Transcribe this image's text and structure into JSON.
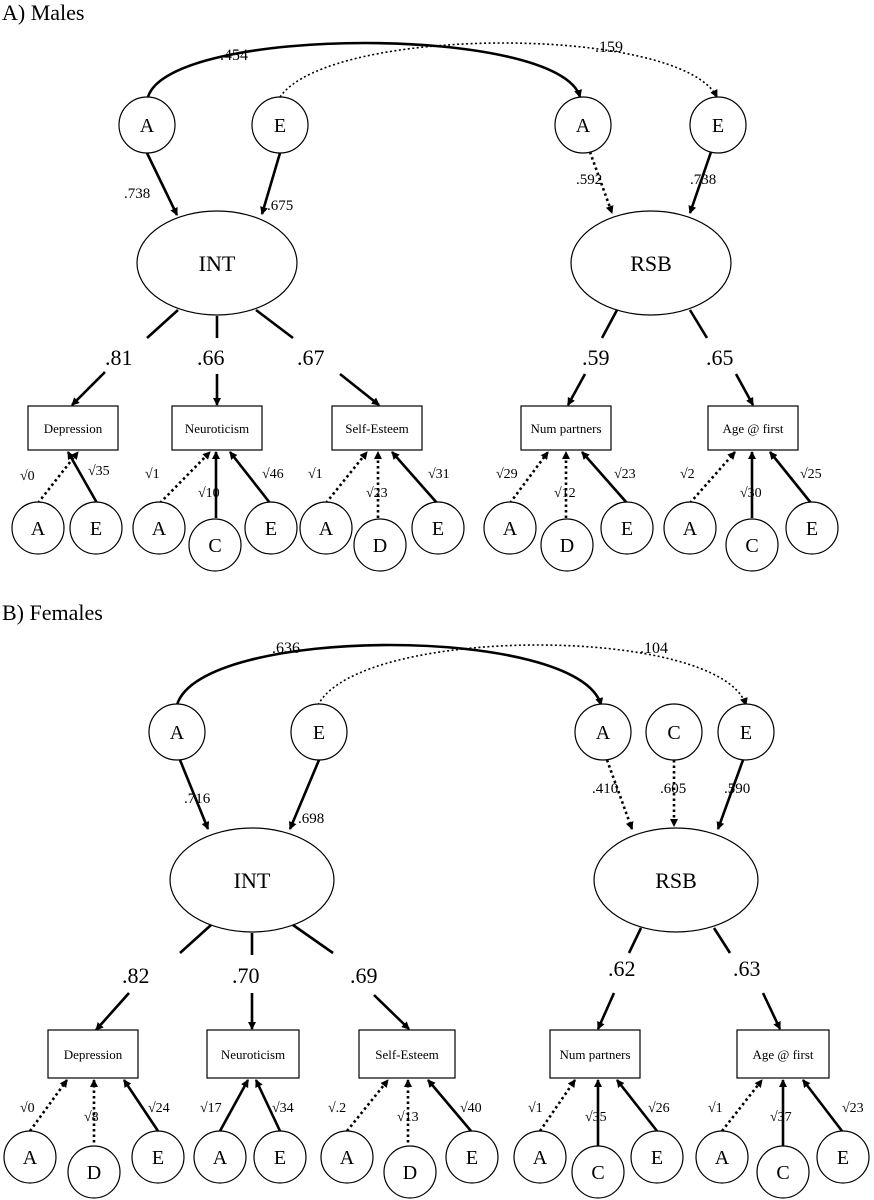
{
  "panels": [
    {
      "title": "A)  Males",
      "corr_int_a_rsb_a": ".454",
      "corr_int_e_rsb_e": ".159",
      "int_label": "INT",
      "rsb_label": "RSB",
      "int_a_node": "A",
      "int_e_node": "E",
      "rsb_a_node": "A",
      "rsb_c_node": "",
      "rsb_e_node": "E",
      "int_a_path": ".738",
      "int_e_path": ".675",
      "rsb_a_path": ".592",
      "rsb_c_path": "",
      "rsb_e_path": ".738",
      "loadings": [
        ".81",
        ".66",
        ".67",
        ".59",
        ".65"
      ],
      "indicators": [
        {
          "name": "Depression",
          "sources": [
            {
              "node": "A",
              "label": "√0",
              "style": "dotted"
            },
            {
              "node": "E",
              "label": "√35",
              "style": "solid"
            }
          ]
        },
        {
          "name": "Neuroticism",
          "sources": [
            {
              "node": "A",
              "label": "√1",
              "style": "dotted"
            },
            {
              "node": "C",
              "label": "√10",
              "style": "solid"
            },
            {
              "node": "E",
              "label": "√46",
              "style": "solid"
            }
          ]
        },
        {
          "name": "Self-Esteem",
          "sources": [
            {
              "node": "A",
              "label": "√1",
              "style": "dotted"
            },
            {
              "node": "D",
              "label": "√23",
              "style": "dotted"
            },
            {
              "node": "E",
              "label": "√31",
              "style": "solid"
            }
          ]
        },
        {
          "name": "Num partners",
          "sources": [
            {
              "node": "A",
              "label": "√29",
              "style": "dotted"
            },
            {
              "node": "D",
              "label": "√12",
              "style": "dotted"
            },
            {
              "node": "E",
              "label": "√23",
              "style": "solid"
            }
          ]
        },
        {
          "name": "Age @ first",
          "sources": [
            {
              "node": "A",
              "label": "√2",
              "style": "dotted"
            },
            {
              "node": "C",
              "label": "√30",
              "style": "solid"
            },
            {
              "node": "E",
              "label": "√25",
              "style": "solid"
            }
          ]
        }
      ]
    },
    {
      "title": "B)  Females",
      "corr_int_a_rsb_a": ".636",
      "corr_int_e_rsb_e": ".104",
      "int_label": "INT",
      "rsb_label": "RSB",
      "int_a_node": "A",
      "int_e_node": "E",
      "rsb_a_node": "A",
      "rsb_c_node": "C",
      "rsb_e_node": "E",
      "int_a_path": ".716",
      "int_e_path": ".698",
      "rsb_a_path": ".410",
      "rsb_c_path": ".605",
      "rsb_e_path": ".590",
      "loadings": [
        ".82",
        ".70",
        ".69",
        ".62",
        ".63"
      ],
      "indicators": [
        {
          "name": "Depression",
          "sources": [
            {
              "node": "A",
              "label": "√0",
              "style": "dotted"
            },
            {
              "node": "D",
              "label": "√8",
              "style": "dotted"
            },
            {
              "node": "E",
              "label": "√24",
              "style": "solid"
            }
          ]
        },
        {
          "name": "Neuroticism",
          "sources": [
            {
              "node": "A",
              "label": "√17",
              "style": "solid"
            },
            {
              "node": "E",
              "label": "√34",
              "style": "solid"
            }
          ]
        },
        {
          "name": "Self-Esteem",
          "sources": [
            {
              "node": "A",
              "label": "√.2",
              "style": "dotted"
            },
            {
              "node": "D",
              "label": "√13",
              "style": "dotted"
            },
            {
              "node": "E",
              "label": "√40",
              "style": "solid"
            }
          ]
        },
        {
          "name": "Num partners",
          "sources": [
            {
              "node": "A",
              "label": "√1",
              "style": "dotted"
            },
            {
              "node": "C",
              "label": "√35",
              "style": "solid"
            },
            {
              "node": "E",
              "label": "√26",
              "style": "solid"
            }
          ]
        },
        {
          "name": "Age @ first",
          "sources": [
            {
              "node": "A",
              "label": "√1",
              "style": "dotted"
            },
            {
              "node": "C",
              "label": "√37",
              "style": "solid"
            },
            {
              "node": "E",
              "label": "√23",
              "style": "solid"
            }
          ]
        }
      ]
    }
  ]
}
